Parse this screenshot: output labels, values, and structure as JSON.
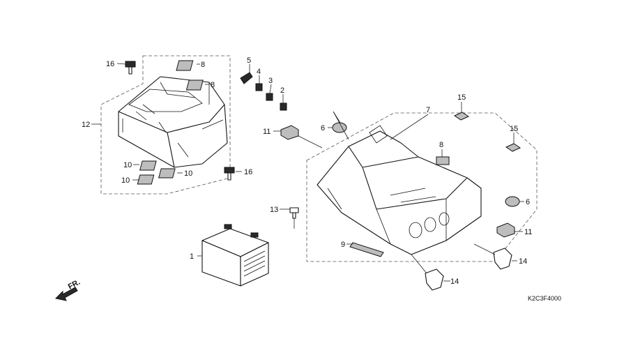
{
  "parts": {
    "p1": "1",
    "p2": "2",
    "p3": "3",
    "p4": "4",
    "p5": "5",
    "p6a": "6",
    "p6b": "6",
    "p7": "7",
    "p8a": "8",
    "p8b": "8",
    "p8c": "8",
    "p9": "9",
    "p10a": "10",
    "p10b": "10",
    "p10c": "10",
    "p11a": "11",
    "p11b": "11",
    "p12": "12",
    "p13": "13",
    "p14a": "14",
    "p14b": "14",
    "p15a": "15",
    "p15b": "15",
    "p16a": "16",
    "p16b": "16"
  },
  "direction_label": "FR.",
  "diagram_code": "K2C3F4000"
}
